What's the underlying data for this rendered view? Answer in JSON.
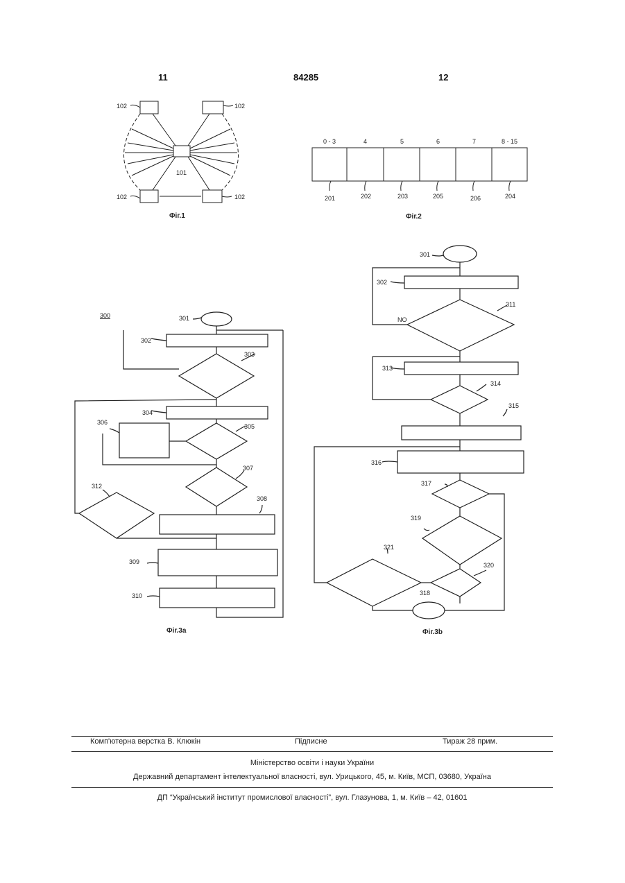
{
  "header": {
    "page_left": "11",
    "patent_number": "84285",
    "page_right": "12"
  },
  "fig1": {
    "caption": "Фіг.1",
    "center_label": "101",
    "node_labels": [
      "102",
      "102",
      "102",
      "102"
    ]
  },
  "fig2": {
    "caption": "Фіг.2",
    "top_labels": [
      "0 - 3",
      "4",
      "5",
      "6",
      "7",
      "8 - 15"
    ],
    "bottom_labels": [
      "201",
      "202",
      "203",
      "205",
      "206",
      "204"
    ]
  },
  "fig3a": {
    "caption": "Фіг.3a",
    "ref": "300",
    "labels": {
      "n301": "301",
      "n302": "302",
      "n303": "303",
      "n304": "304",
      "n305": "305",
      "n306": "306",
      "n307": "307",
      "n308": "308",
      "n309": "309",
      "n310": "310",
      "n312": "312"
    }
  },
  "fig3b": {
    "caption": "Фіг.3b",
    "no_label": "NO",
    "labels": {
      "n301": "301",
      "n302": "302",
      "n311": "311",
      "n313": "313",
      "n314": "314",
      "n315": "315",
      "n316": "316",
      "n317": "317",
      "n318": "318",
      "n319": "319",
      "n320": "320",
      "n321": "321"
    }
  },
  "footer": {
    "layout": "Комп'ютерна верстка В. Клюкін",
    "subscription": "Підписне",
    "circulation": "Тираж 28 прим.",
    "ministry": "Міністерство освіти і науки України",
    "department": "Державний департамент інтелектуальної власності, вул. Урицького, 45, м. Київ, МСП, 03680, Україна",
    "institute": "ДП “Український інститут промислової власності”, вул. Глазунова, 1, м. Київ – 42, 01601"
  }
}
